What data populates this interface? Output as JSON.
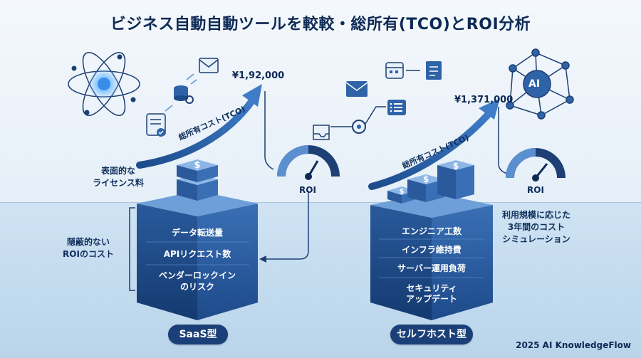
{
  "title": "ビジネス自動自動ツールを較較・総所有(TCO)とROI分析",
  "left": {
    "price": "¥1,92,000",
    "arrow_label": "総所有コスト(TCO)",
    "roi_label": "ROI",
    "surface_label_line1": "表面的な",
    "surface_label_line2": "ライセンス料",
    "hidden_label_line1": "隠蔽的ない",
    "hidden_label_line2": "ROIのコスト",
    "rows": [
      "データ転送量",
      "APIリクエスト数",
      "ベンダーロックイン",
      "のリスク"
    ],
    "pill": "SaaS型"
  },
  "right": {
    "price": "¥1,371,000",
    "arrow_label": "総所有コスト(TCO)",
    "roi_label": "ROI",
    "sim_line1": "利用規模に応じた",
    "sim_line2": "3年間のコスト",
    "sim_line3": "シミュレーション",
    "rows": [
      "エンジニア工数",
      "インフラ維持費",
      "サーバー運用負荷",
      "セキュリティ",
      "アップデート"
    ],
    "pill": "セルフホスト型"
  },
  "ai_badge": "AI",
  "footer": "2025 AI KnowledgeFlow",
  "colors": {
    "navy": "#0d2a55",
    "mid_blue": "#2f63a8",
    "light_blue": "#5b8fd0",
    "cube_top": "#6f9fd8"
  }
}
